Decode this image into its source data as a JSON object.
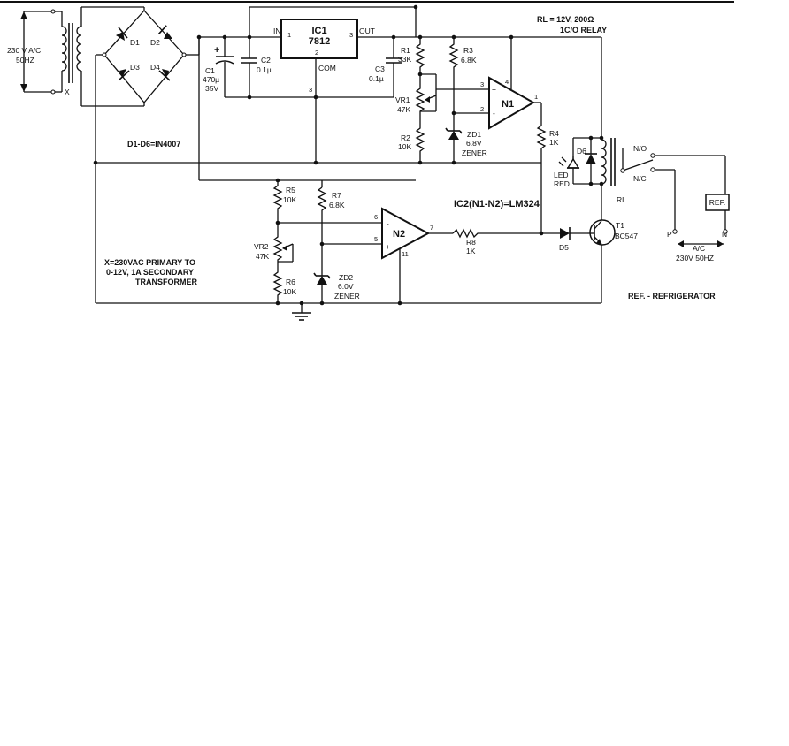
{
  "supply": {
    "line1": "230 V A/C",
    "line2": "50HZ",
    "transformer": "X"
  },
  "diodes": {
    "d1": "D1",
    "d2": "D2",
    "d3": "D3",
    "d4": "D4",
    "note": "D1-D6=IN4007"
  },
  "regulator": {
    "name": "IC1",
    "part": "7812",
    "pin_in": "1",
    "pin_out": "3",
    "pin_com": "2",
    "in_label": "IN",
    "out_label": "OUT",
    "com_label": "COM",
    "com_pin_node": "3"
  },
  "caps": {
    "c1": {
      "name": "C1",
      "value": "470µ",
      "voltage": "35V"
    },
    "c2": {
      "name": "C2",
      "value": "0.1µ"
    },
    "c3": {
      "name": "C3",
      "value": "0.1µ"
    }
  },
  "resistors": {
    "r1": {
      "name": "R1",
      "value": "33K"
    },
    "r2": {
      "name": "R2",
      "value": "10K"
    },
    "r3": {
      "name": "R3",
      "value": "6.8K"
    },
    "r4": {
      "name": "R4",
      "value": "1K"
    },
    "r5": {
      "name": "R5",
      "value": "10K"
    },
    "r6": {
      "name": "R6",
      "value": "10K"
    },
    "r7": {
      "name": "R7",
      "value": "6.8K"
    },
    "r8": {
      "name": "R8",
      "value": "1K"
    }
  },
  "pots": {
    "vr1": {
      "name": "VR1",
      "value": "47K"
    },
    "vr2": {
      "name": "VR2",
      "value": "47K"
    }
  },
  "zeners": {
    "zd1": {
      "name": "ZD1",
      "value": "6.8V",
      "type": "ZENER"
    },
    "zd2": {
      "name": "ZD2",
      "value": "6.0V",
      "type": "ZENER"
    }
  },
  "opamps": {
    "n1": {
      "name": "N1",
      "pin_plus": "3",
      "pin_minus": "2",
      "pin_out": "1",
      "pin_vcc": "4",
      "plus": "+",
      "minus": "-"
    },
    "n2": {
      "name": "N2",
      "pin_minus": "6",
      "pin_plus": "5",
      "pin_out": "7",
      "pin_gnd": "11",
      "plus": "+",
      "minus": "-"
    },
    "note": "IC2(N1-N2)=LM324"
  },
  "relay": {
    "spec": "RL = 12V, 200Ω",
    "type": "1C/O RELAY",
    "name": "RL",
    "no": "N/O",
    "nc": "N/C"
  },
  "led": {
    "name": "D6",
    "line1": "LED",
    "line2": "RED"
  },
  "d5": "D5",
  "transistor": {
    "name": "T1",
    "part": "BC547"
  },
  "load": {
    "box": "REF.",
    "p": "P",
    "n": "N",
    "ac": "A/C",
    "supply": "230V 50HZ",
    "legend": "REF. - REFRIGERATOR"
  },
  "transformer_note": {
    "line1": "X=230VAC PRIMARY TO",
    "line2": "0-12V, 1A SECONDARY",
    "line3": "TRANSFORMER"
  }
}
